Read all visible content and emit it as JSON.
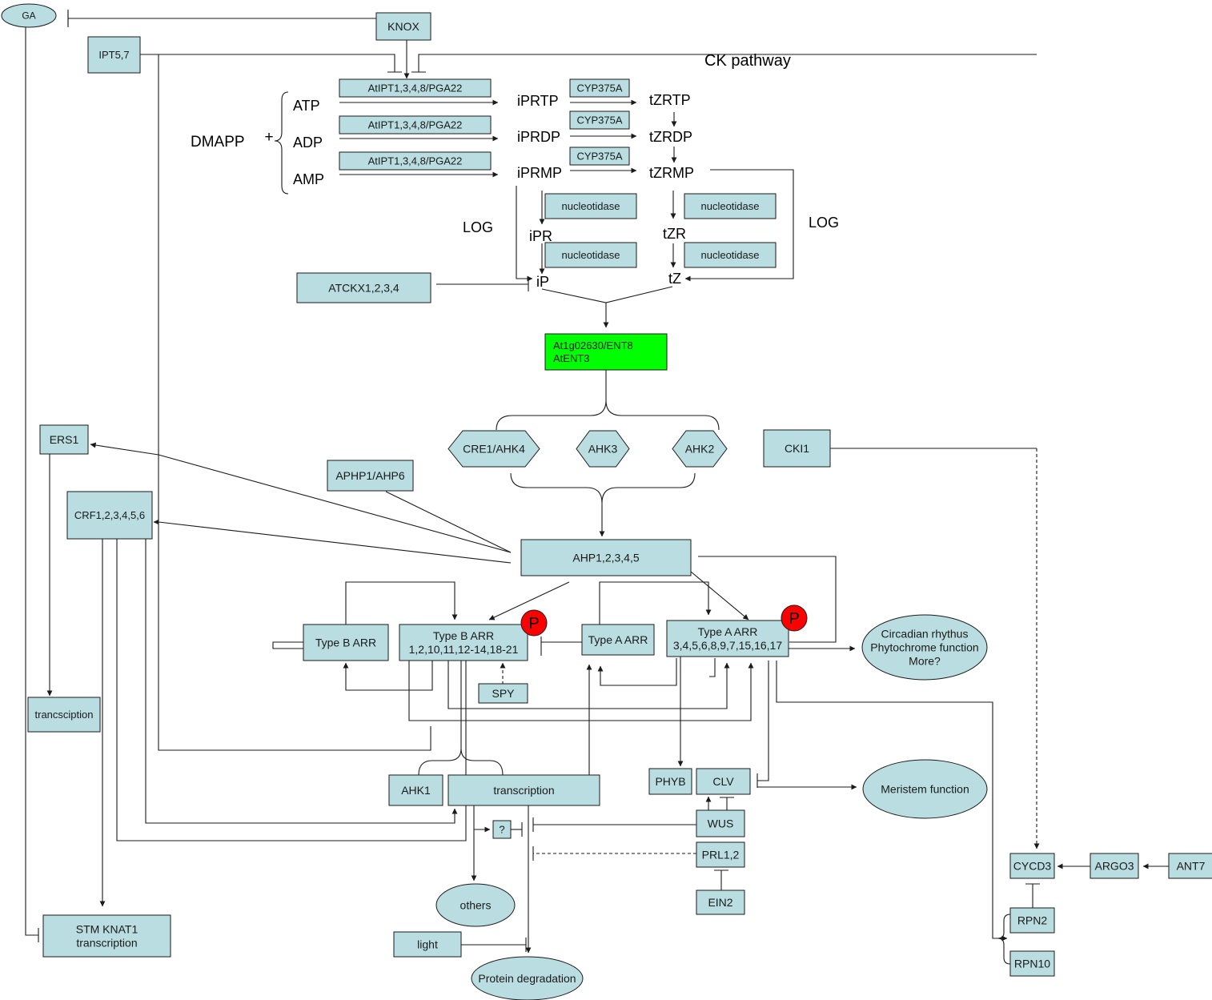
{
  "colors": {
    "node_fill": "#b9dde1",
    "ent_fill": "#00ff00",
    "phospho_fill": "#ff0000",
    "stroke": "#1a1a1a"
  },
  "nodes": [
    {
      "id": "ga",
      "shape": "ellipse",
      "lines": [
        "GA"
      ]
    },
    {
      "id": "knox",
      "shape": "rect",
      "lines": [
        "KNOX"
      ]
    },
    {
      "id": "ipt57",
      "shape": "rect",
      "lines": [
        "IPT5,7"
      ]
    },
    {
      "id": "atipt-atp",
      "shape": "rect",
      "lines": [
        "AtIPT1,3,4,8/PGA22"
      ]
    },
    {
      "id": "atipt-adp",
      "shape": "rect",
      "lines": [
        "AtIPT1,3,4,8/PGA22"
      ]
    },
    {
      "id": "atipt-amp",
      "shape": "rect",
      "lines": [
        "AtIPT1,3,4,8/PGA22"
      ]
    },
    {
      "id": "cyp-1",
      "shape": "rect",
      "lines": [
        "CYP375A"
      ]
    },
    {
      "id": "cyp-2",
      "shape": "rect",
      "lines": [
        "CYP375A"
      ]
    },
    {
      "id": "cyp-3",
      "shape": "rect",
      "lines": [
        "CYP375A"
      ]
    },
    {
      "id": "nuc-1",
      "shape": "rect",
      "lines": [
        "nucleotidase"
      ]
    },
    {
      "id": "nuc-2",
      "shape": "rect",
      "lines": [
        "nucleotidase"
      ]
    },
    {
      "id": "nuc-3",
      "shape": "rect",
      "lines": [
        "nucleotidase"
      ]
    },
    {
      "id": "nuc-4",
      "shape": "rect",
      "lines": [
        "nucleotidase"
      ]
    },
    {
      "id": "atckx",
      "shape": "rect",
      "lines": [
        "ATCKX1,2,3,4"
      ]
    },
    {
      "id": "ent",
      "shape": "rect",
      "fill": "ent",
      "lines": [
        "At1g02630/ENT8",
        "AtENT3"
      ]
    },
    {
      "id": "cre1",
      "shape": "hex",
      "lines": [
        "CRE1/AHK4"
      ]
    },
    {
      "id": "ahk3",
      "shape": "hex",
      "lines": [
        "AHK3"
      ]
    },
    {
      "id": "ahk2",
      "shape": "hex",
      "lines": [
        "AHK2"
      ]
    },
    {
      "id": "cki1",
      "shape": "rect",
      "lines": [
        "CKI1"
      ]
    },
    {
      "id": "ers1",
      "shape": "rect",
      "lines": [
        "ERS1"
      ]
    },
    {
      "id": "aphp",
      "shape": "rect",
      "lines": [
        "APHP1/AHP6"
      ]
    },
    {
      "id": "crf",
      "shape": "rect",
      "lines": [
        "CRF1,2,3,4,5,6"
      ]
    },
    {
      "id": "ahp",
      "shape": "rect",
      "lines": [
        "AHP1,2,3,4,5"
      ]
    },
    {
      "id": "typeb-left",
      "shape": "rect",
      "lines": [
        "Type B ARR"
      ]
    },
    {
      "id": "typeb-main",
      "shape": "rect",
      "lines": [
        "Type B ARR",
        "1,2,10,11,12-14,18-21"
      ]
    },
    {
      "id": "typea-left",
      "shape": "rect",
      "lines": [
        "Type A ARR"
      ]
    },
    {
      "id": "typea-main",
      "shape": "rect",
      "lines": [
        "Type A ARR",
        "3,4,5,6,8,9,7,15,16,17"
      ]
    },
    {
      "id": "circadian",
      "shape": "ellipse",
      "lines": [
        "Circadian rhythus",
        "Phytochrome function",
        "More?"
      ]
    },
    {
      "id": "spy",
      "shape": "rect",
      "lines": [
        "SPY"
      ]
    },
    {
      "id": "trancsciption",
      "shape": "rect",
      "lines": [
        "trancsciption"
      ]
    },
    {
      "id": "ahk1",
      "shape": "rect",
      "lines": [
        "AHK1"
      ]
    },
    {
      "id": "transcription",
      "shape": "rect",
      "lines": [
        "transcription"
      ]
    },
    {
      "id": "phyb",
      "shape": "rect",
      "lines": [
        "PHYB"
      ]
    },
    {
      "id": "clv",
      "shape": "rect",
      "lines": [
        "CLV"
      ]
    },
    {
      "id": "meristem",
      "shape": "ellipse",
      "lines": [
        "Meristem function"
      ]
    },
    {
      "id": "wus",
      "shape": "rect",
      "lines": [
        "WUS"
      ]
    },
    {
      "id": "unknown",
      "shape": "rect",
      "lines": [
        "?"
      ]
    },
    {
      "id": "prl",
      "shape": "rect",
      "lines": [
        "PRL1,2"
      ]
    },
    {
      "id": "ein2",
      "shape": "rect",
      "lines": [
        "EIN2"
      ]
    },
    {
      "id": "others",
      "shape": "ellipse",
      "lines": [
        "others"
      ]
    },
    {
      "id": "stm",
      "shape": "rect",
      "lines": [
        "STM KNAT1",
        "transcription"
      ]
    },
    {
      "id": "light",
      "shape": "rect",
      "lines": [
        "light"
      ]
    },
    {
      "id": "protdeg",
      "shape": "ellipse",
      "lines": [
        "Protein degradation"
      ]
    },
    {
      "id": "cycd3",
      "shape": "rect",
      "lines": [
        "CYCD3"
      ]
    },
    {
      "id": "argo3",
      "shape": "rect",
      "lines": [
        "ARGO3"
      ]
    },
    {
      "id": "ant7",
      "shape": "rect",
      "lines": [
        "ANT7"
      ]
    },
    {
      "id": "rpn2",
      "shape": "rect",
      "lines": [
        "RPN2"
      ]
    },
    {
      "id": "rpn10",
      "shape": "rect",
      "lines": [
        "RPN10"
      ]
    }
  ],
  "phospho": [
    {
      "id": "p-typeb",
      "label": "P"
    },
    {
      "id": "p-typea",
      "label": "P"
    }
  ],
  "labels": [
    {
      "id": "ck-pathway",
      "text": "CK pathway"
    },
    {
      "id": "dmapp",
      "text": "DMAPP"
    },
    {
      "id": "plus",
      "text": "+"
    },
    {
      "id": "atp",
      "text": "ATP"
    },
    {
      "id": "adp",
      "text": "ADP"
    },
    {
      "id": "amp",
      "text": "AMP"
    },
    {
      "id": "iprtp",
      "text": "iPRTP"
    },
    {
      "id": "iprdp",
      "text": "iPRDP"
    },
    {
      "id": "iprmp",
      "text": "iPRMP"
    },
    {
      "id": "tzrtp",
      "text": "tZRTP"
    },
    {
      "id": "tzrdp",
      "text": "tZRDP"
    },
    {
      "id": "tzrmp",
      "text": "tZRMP"
    },
    {
      "id": "ipr",
      "text": "iPR"
    },
    {
      "id": "tzr",
      "text": "tZR"
    },
    {
      "id": "ip",
      "text": "iP"
    },
    {
      "id": "tz",
      "text": "tZ"
    },
    {
      "id": "log-left",
      "text": "LOG"
    },
    {
      "id": "log-right",
      "text": "LOG"
    }
  ]
}
